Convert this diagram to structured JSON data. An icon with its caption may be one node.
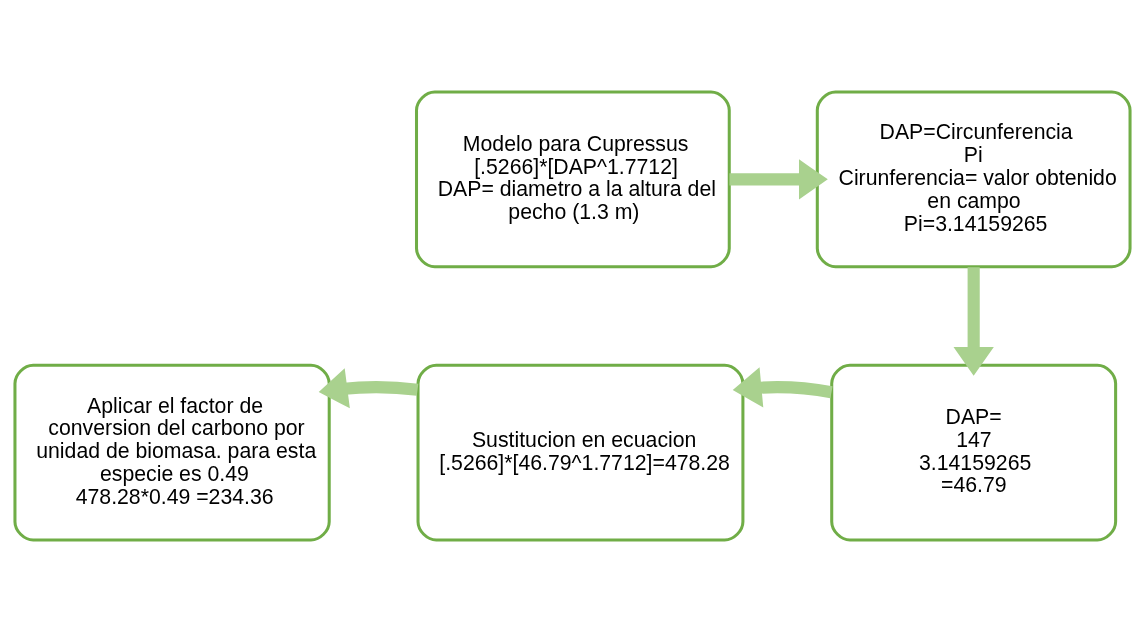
{
  "diagram": {
    "nodes": [
      {
        "text": [
          "Modelo para Cupressus",
          "[.5266]*[DAP^1.7712]",
          "DAP= diametro a la altura del pecho (1.3 m)"
        ]
      },
      {
        "text": [
          "DAP=Circunferencia",
          "Pi",
          "Cirunferencia= valor obtenido en campo",
          "Pi=3.14159265"
        ]
      },
      {
        "text": [
          "DAP=",
          "147",
          "3.14159265",
          "=46.79"
        ]
      },
      {
        "text": [
          "Sustitucion en ecuacion",
          "[.5266]*[46.79^1.7712]=478.28"
        ]
      },
      {
        "text": [
          "Aplicar el factor de conversion del carbono por unidad de biomasa. para esta especie es 0.49",
          "478.28*0.49 =234.36"
        ]
      }
    ],
    "edges": [
      {
        "from": 0,
        "to": 1,
        "arrow": "to"
      },
      {
        "from": 1,
        "to": 2,
        "arrow": "to"
      },
      {
        "from": 2,
        "to": 3,
        "arrow": "to"
      },
      {
        "from": 3,
        "to": 4,
        "arrow": "to"
      }
    ]
  }
}
